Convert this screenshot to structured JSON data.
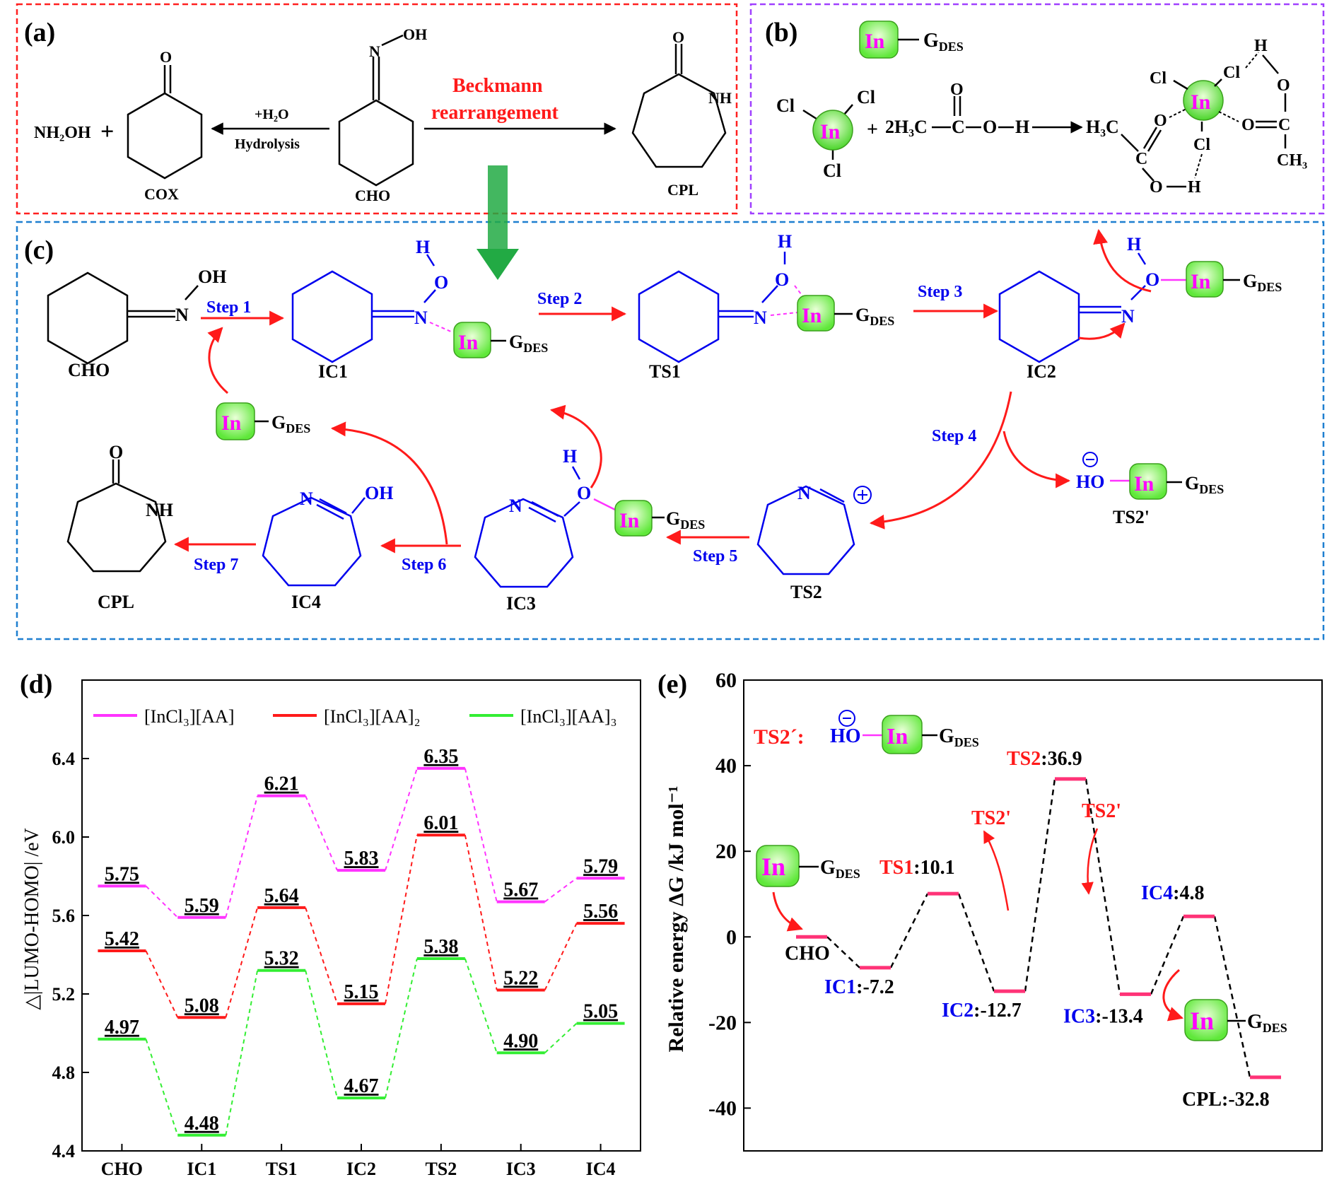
{
  "panel_labels": {
    "a": "(a)",
    "b": "(b)",
    "c": "(c)",
    "d": "(d)",
    "e": "(e)"
  },
  "colors": {
    "red": "#ff1a1a",
    "blue": "#0000ee",
    "magenta": "#ff33ff",
    "green": "#33ee33",
    "pink": "#ff3377",
    "in_green": "#7dff5a",
    "frame_a": "#ff2020",
    "frame_b": "#a040ff",
    "frame_c": "#1e7fd0",
    "arrow_green": "#22aa44"
  },
  "panel_a": {
    "nh2oh": "NH₂OH",
    "plus": "+",
    "water": "+H₂O",
    "hydrolysis": "Hydrolysis",
    "beckmann_1": "Beckmann",
    "beckmann_2": "rearrangement",
    "cox": "COX",
    "cho": "CHO",
    "cpl": "CPL",
    "o": "O",
    "oh": "OH",
    "n": "N",
    "nh": "NH"
  },
  "panel_b": {
    "in": "In",
    "g_des": "Gᴅᴇₛ",
    "gdes_main": "G",
    "gdes_sub": "DES",
    "cl": "Cl",
    "plus": "+",
    "acid_coef": "2H₃C",
    "acid_c": "C",
    "acid_o": "O",
    "acid_h": "H",
    "h3c": "H₃C",
    "ch3": "CH₃",
    "o": "O",
    "h": "H",
    "c": "C"
  },
  "panel_c": {
    "steps": [
      "Step 1",
      "Step 2",
      "Step 3",
      "Step 4",
      "Step 5",
      "Step 6",
      "Step 7"
    ],
    "species": [
      "CHO",
      "IC1",
      "TS1",
      "IC2",
      "TS2",
      "IC3",
      "IC4",
      "CPL",
      "TS2'"
    ],
    "oh": "OH",
    "o": "O",
    "h": "H",
    "n": "N",
    "nh": "NH",
    "ho": "HO",
    "in": "In",
    "g": "G",
    "des": "DES"
  },
  "chart_data": [
    {
      "type": "line",
      "ylabel": "△|LUMO-HOMO| /eV",
      "categories": [
        "CHO",
        "IC1",
        "TS1",
        "IC2",
        "TS2",
        "IC3",
        "IC4"
      ],
      "ylim": [
        4.4,
        6.8
      ],
      "yticks": [
        "4.4",
        "4.8",
        "5.2",
        "5.6",
        "6.0",
        "6.4"
      ],
      "legend_placement": "top",
      "series": [
        {
          "name": "[InCl₃][AA]",
          "color": "#ff33ff",
          "values": [
            5.75,
            5.59,
            6.21,
            5.83,
            6.35,
            5.67,
            5.79
          ],
          "labels": [
            "5.75",
            "5.59",
            "6.21",
            "5.83",
            "6.35",
            "5.67",
            "5.79"
          ]
        },
        {
          "name": "[InCl₃][AA]₂",
          "color": "#ff1a1a",
          "values": [
            5.42,
            5.08,
            5.64,
            5.15,
            6.01,
            5.22,
            5.56
          ],
          "labels": [
            "5.42",
            "5.08",
            "5.64",
            "5.15",
            "6.01",
            "5.22",
            "5.56"
          ]
        },
        {
          "name": "[InCl₃][AA]₃",
          "color": "#33ee33",
          "values": [
            4.97,
            4.48,
            5.32,
            4.67,
            5.38,
            4.9,
            5.05
          ],
          "labels": [
            "4.97",
            "4.48",
            "5.32",
            "4.67",
            "5.38",
            "4.90",
            "5.05"
          ]
        }
      ]
    },
    {
      "type": "line",
      "ylabel": "Relative energy ΔG /kJ mol⁻¹",
      "ylim": [
        -50,
        60
      ],
      "yticks": [
        "60",
        "40",
        "20",
        "0",
        "-20",
        "-40"
      ],
      "tick_values": [
        60,
        40,
        20,
        0,
        -20,
        -40
      ],
      "levels": [
        {
          "name": "CHO",
          "value": 0,
          "label": "CHO",
          "name_color": "#000000"
        },
        {
          "name": "IC1",
          "value": -7.2,
          "label": ":-7.2",
          "name_color": "#0000ee"
        },
        {
          "name": "TS1",
          "value": 10.1,
          "label": ":10.1",
          "name_color": "#ff1a1a"
        },
        {
          "name": "IC2",
          "value": -12.7,
          "label": ":-12.7",
          "name_color": "#0000ee"
        },
        {
          "name": "TS2",
          "value": 36.9,
          "label": ":36.9",
          "name_color": "#ff1a1a"
        },
        {
          "name": "IC3",
          "value": -13.4,
          "label": ":-13.4",
          "name_color": "#0000ee"
        },
        {
          "name": "IC4",
          "value": 4.8,
          "label": ":4.8",
          "name_color": "#0000ee"
        },
        {
          "name": "CPL",
          "value": -32.8,
          "label": "CPL:-32.8",
          "name_color": "#000000"
        }
      ],
      "annotations": {
        "ts2_label": "TS2´:",
        "ts2p": "TS2'"
      }
    }
  ]
}
